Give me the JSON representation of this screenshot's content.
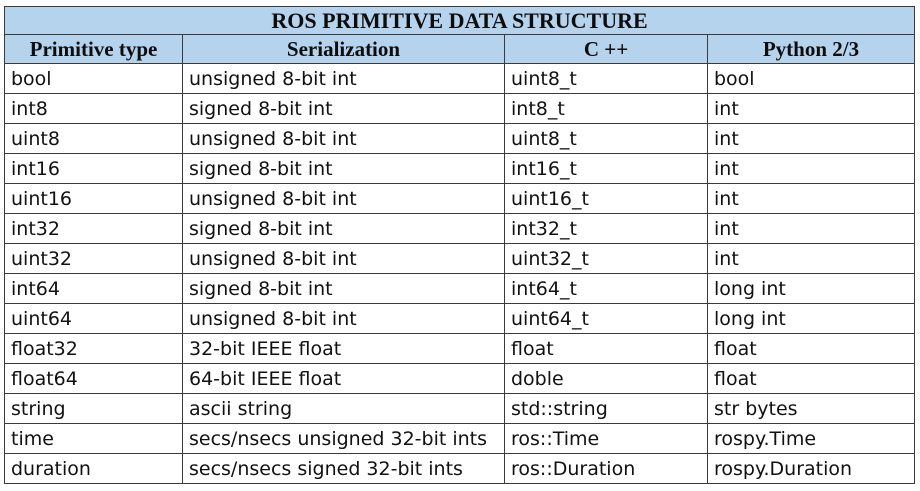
{
  "table": {
    "title": "ROS PRIMITIVE DATA STRUCTURE",
    "headers": [
      "Primitive type",
      "Serialization",
      "C ++",
      "Python 2/3"
    ],
    "rows": [
      [
        "bool",
        "unsigned 8-bit int",
        "uint8_t",
        "bool"
      ],
      [
        "int8",
        "signed 8-bit int",
        "int8_t",
        "int"
      ],
      [
        "uint8",
        "unsigned 8-bit int",
        "uint8_t",
        "int"
      ],
      [
        "int16",
        "signed 8-bit int",
        "int16_t",
        "int"
      ],
      [
        "uint16",
        "unsigned 8-bit int",
        "uint16_t",
        "int"
      ],
      [
        "int32",
        "signed 8-bit int",
        "int32_t",
        "int"
      ],
      [
        "uint32",
        "unsigned 8-bit int",
        "uint32_t",
        "int"
      ],
      [
        "int64",
        "signed 8-bit int",
        "int64_t",
        "long int"
      ],
      [
        "uint64",
        "unsigned 8-bit int",
        "uint64_t",
        "long int"
      ],
      [
        "float32",
        "32-bit IEEE float",
        "float",
        "float"
      ],
      [
        "float64",
        "64-bit IEEE float",
        "doble",
        "float"
      ],
      [
        "string",
        "ascii string",
        "std::string",
        "str bytes"
      ],
      [
        "time",
        "secs/nsecs unsigned 32-bit ints",
        "ros::Time",
        "rospy.Time"
      ],
      [
        "duration",
        "secs/nsecs signed 32-bit ints",
        "ros::Duration",
        "rospy.Duration"
      ]
    ]
  },
  "colors": {
    "header_background": "#b6d3ee",
    "border": "#3a3a3a"
  }
}
